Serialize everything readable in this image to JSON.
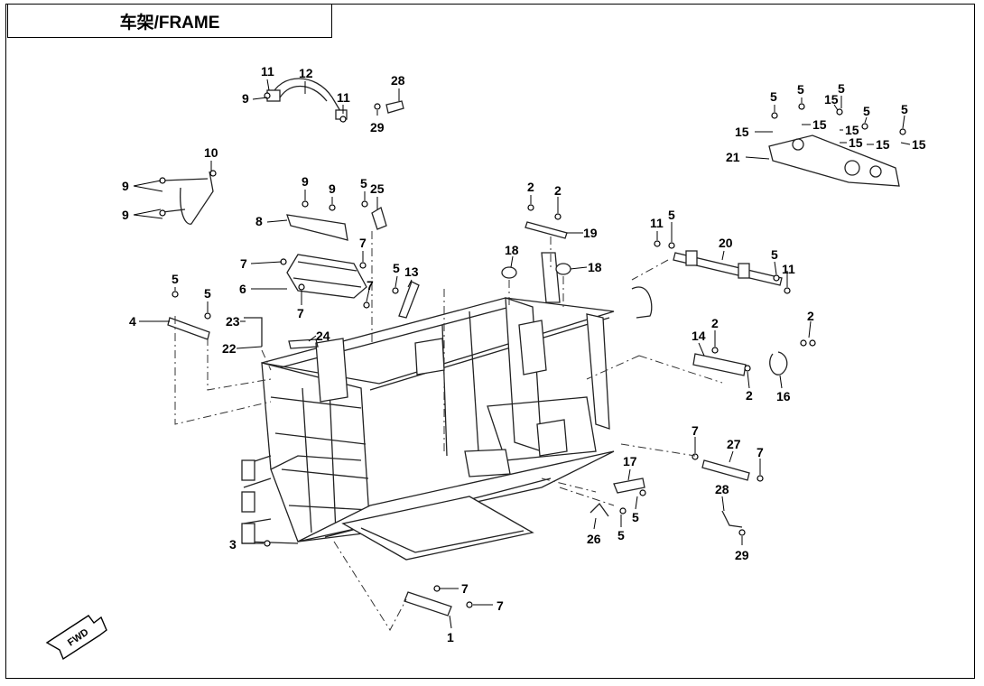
{
  "title": "车架/FRAME",
  "fwd_label": "FWD",
  "callouts": [
    {
      "id": "c12a",
      "text": "12"
    },
    {
      "id": "c11a",
      "text": "11"
    },
    {
      "id": "c9a",
      "text": "9"
    },
    {
      "id": "c11b",
      "text": "11"
    },
    {
      "id": "c28a",
      "text": "28"
    },
    {
      "id": "c29a",
      "text": "29"
    },
    {
      "id": "c10",
      "text": "10"
    },
    {
      "id": "c9b",
      "text": "9"
    },
    {
      "id": "c9c",
      "text": "9"
    },
    {
      "id": "c9d",
      "text": "9"
    },
    {
      "id": "c9e",
      "text": "9"
    },
    {
      "id": "c8",
      "text": "8"
    },
    {
      "id": "c5a",
      "text": "5"
    },
    {
      "id": "c25",
      "text": "25"
    },
    {
      "id": "c7a",
      "text": "7"
    },
    {
      "id": "c7b",
      "text": "7"
    },
    {
      "id": "c6",
      "text": "6"
    },
    {
      "id": "c7c",
      "text": "7"
    },
    {
      "id": "c7d",
      "text": "7"
    },
    {
      "id": "c5b",
      "text": "5"
    },
    {
      "id": "c13",
      "text": "13"
    },
    {
      "id": "c5c",
      "text": "5"
    },
    {
      "id": "c5d",
      "text": "5"
    },
    {
      "id": "c4",
      "text": "4"
    },
    {
      "id": "c23",
      "text": "23"
    },
    {
      "id": "c22",
      "text": "22"
    },
    {
      "id": "c24",
      "text": "24"
    },
    {
      "id": "c2a",
      "text": "2"
    },
    {
      "id": "c2b",
      "text": "2"
    },
    {
      "id": "c19",
      "text": "19"
    },
    {
      "id": "c18a",
      "text": "18"
    },
    {
      "id": "c18b",
      "text": "18"
    },
    {
      "id": "c5e",
      "text": "5"
    },
    {
      "id": "c5f",
      "text": "5"
    },
    {
      "id": "c15a",
      "text": "15"
    },
    {
      "id": "c5g",
      "text": "5"
    },
    {
      "id": "c5h",
      "text": "5"
    },
    {
      "id": "c5i",
      "text": "5"
    },
    {
      "id": "c15b",
      "text": "15"
    },
    {
      "id": "c15c",
      "text": "15"
    },
    {
      "id": "c15d",
      "text": "15"
    },
    {
      "id": "c15e",
      "text": "15"
    },
    {
      "id": "c15f",
      "text": "15"
    },
    {
      "id": "c15g",
      "text": "15"
    },
    {
      "id": "c21",
      "text": "21"
    },
    {
      "id": "c11c",
      "text": "11"
    },
    {
      "id": "c5j",
      "text": "5"
    },
    {
      "id": "c20",
      "text": "20"
    },
    {
      "id": "c5k",
      "text": "5"
    },
    {
      "id": "c11d",
      "text": "11"
    },
    {
      "id": "c14",
      "text": "14"
    },
    {
      "id": "c2c",
      "text": "2"
    },
    {
      "id": "c2d",
      "text": "2"
    },
    {
      "id": "c2e",
      "text": "2"
    },
    {
      "id": "c16",
      "text": "16"
    },
    {
      "id": "c7e",
      "text": "7"
    },
    {
      "id": "c27",
      "text": "27"
    },
    {
      "id": "c7f",
      "text": "7"
    },
    {
      "id": "c28b",
      "text": "28"
    },
    {
      "id": "c29b",
      "text": "29"
    },
    {
      "id": "c17",
      "text": "17"
    },
    {
      "id": "c5l",
      "text": "5"
    },
    {
      "id": "c26",
      "text": "26"
    },
    {
      "id": "c5m",
      "text": "5"
    },
    {
      "id": "c3",
      "text": "3"
    },
    {
      "id": "c7g",
      "text": "7"
    },
    {
      "id": "c7h",
      "text": "7"
    },
    {
      "id": "c1",
      "text": "1"
    }
  ]
}
